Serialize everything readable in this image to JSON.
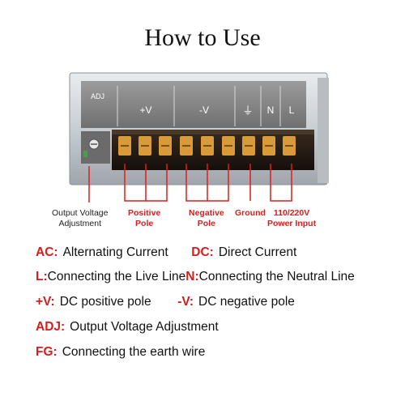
{
  "title": "How to Use",
  "panel": {
    "adj_label": "ADJ",
    "terminal_labels": [
      "+V",
      "-V",
      "⏚",
      "N",
      "L"
    ]
  },
  "callouts": {
    "adjustment": [
      "Output Voltage",
      "Adjustment"
    ],
    "positive": [
      "Positive",
      "Pole"
    ],
    "negative": [
      "Negative",
      "Pole"
    ],
    "ground": "Ground",
    "power": [
      "110/220V",
      "Power Input"
    ]
  },
  "legend": [
    [
      {
        "abbr": "AC:",
        "text": "Alternating Current"
      },
      {
        "abbr": "DC:",
        "text": "Direct Current"
      }
    ],
    [
      {
        "abbr": "L:",
        "text": "Connecting the Live Line"
      },
      {
        "abbr": "N:",
        "text": "Connecting the Neutral Line"
      }
    ],
    [
      {
        "abbr": "+V:",
        "text": "DC positive pole"
      },
      {
        "abbr": "-V:",
        "text": "DC negative pole"
      }
    ],
    [
      {
        "abbr": "ADJ:",
        "text": "Output Voltage Adjustment"
      }
    ],
    [
      {
        "abbr": "FG:",
        "text": "Connecting the earth wire"
      }
    ]
  ],
  "colors": {
    "accent": "#e01b1b",
    "abbr": "#d81b1b",
    "text": "#111111"
  }
}
